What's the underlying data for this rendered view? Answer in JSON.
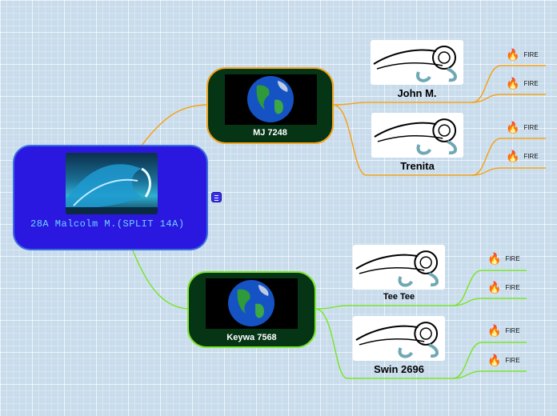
{
  "root": {
    "title": "28A Malcolm M.(SPLIT 14A)"
  },
  "colors": {
    "orange_branch": "#f5a31a",
    "green_branch": "#7be52c",
    "root_fill": "#2a18e0",
    "branch_fill": "#063516"
  },
  "branches": [
    {
      "label": "MJ 7248",
      "children": [
        {
          "label": "John M.",
          "fires": [
            "FIRE",
            "FIRE"
          ]
        },
        {
          "label": "Trenita",
          "fires": [
            "FIRE",
            "FIRE"
          ]
        }
      ]
    },
    {
      "label": "Keywa 7568",
      "children": [
        {
          "label": "Tee Tee",
          "fires": [
            "FIRE",
            "FIRE"
          ]
        },
        {
          "label": "Swin 2696",
          "fires": [
            "FIRE",
            "FIRE"
          ]
        }
      ]
    }
  ]
}
